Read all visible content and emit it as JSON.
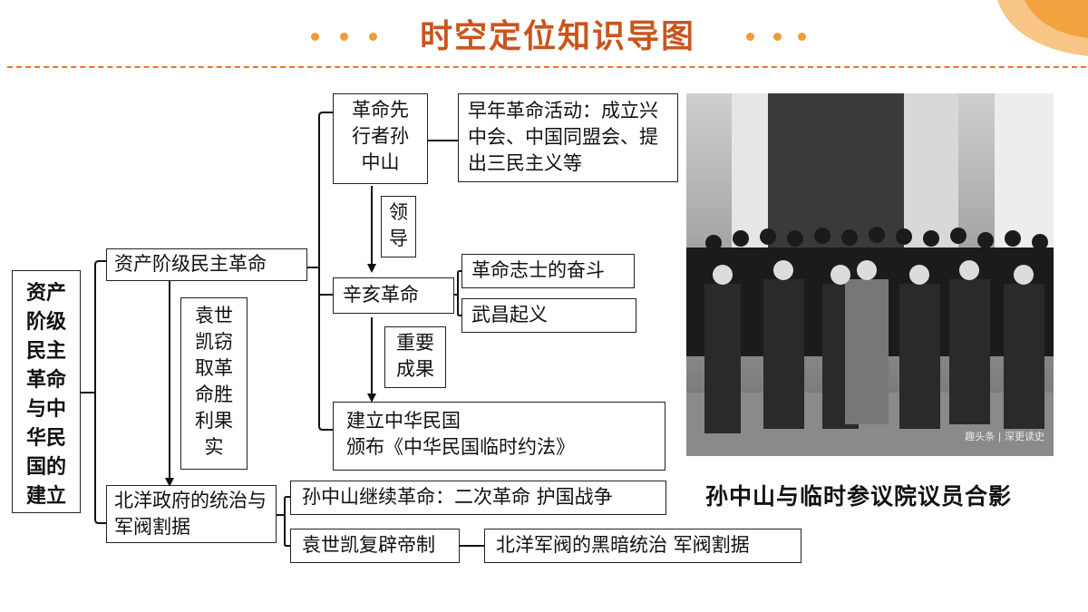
{
  "title": "时空定位知识导图",
  "diagram": {
    "root": "资产阶级民主革命与中华民国的建立",
    "branch_revolution": "资产阶级民主革命",
    "branch_beiyang": "北洋政府的统治与军阀割据",
    "sun": "革命先行者孙中山",
    "sun_detail": "早年革命活动：成立兴中会、中国同盟会、提出三民主义等",
    "label_lead": "领导",
    "xinhai": "辛亥革命",
    "struggle": "革命志士的奋斗",
    "wuchang": "武昌起义",
    "label_result": "重要成果",
    "roc_line1": "建立中华民国",
    "roc_line2": "颁布《中华民国临时约法》",
    "yuan_steal": "袁世凯窃取革命胜利果实",
    "sun_continue": "孙中山继续革命：二次革命  护国战争",
    "yuan_restore": "袁世凯复辟帝制",
    "warlord": "北洋军阀的黑暗统治  军阀割据"
  },
  "photo": {
    "watermark": "趣头条 | 深更读史",
    "caption": "孙中山与临时参议院议员合影"
  }
}
